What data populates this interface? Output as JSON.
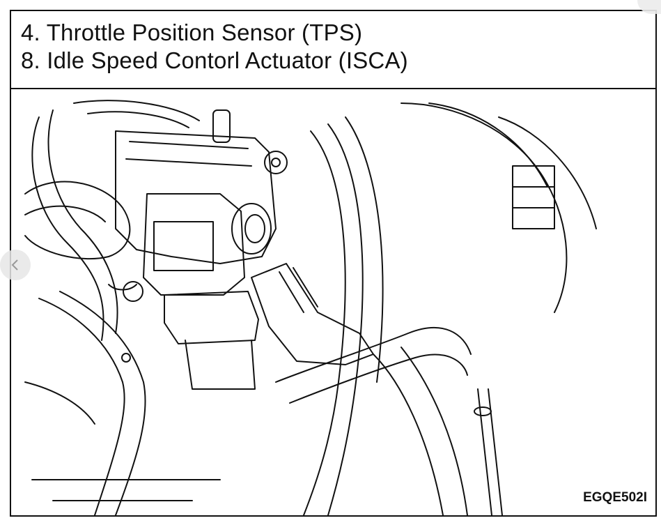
{
  "caption": {
    "line1": "4. Throttle Position Sensor (TPS)",
    "line2": "8. Idle Speed Contorl Actuator (ISCA)"
  },
  "figure_code": "EGQE502I",
  "icons": {
    "nav_previous": "chevron-left-icon"
  }
}
